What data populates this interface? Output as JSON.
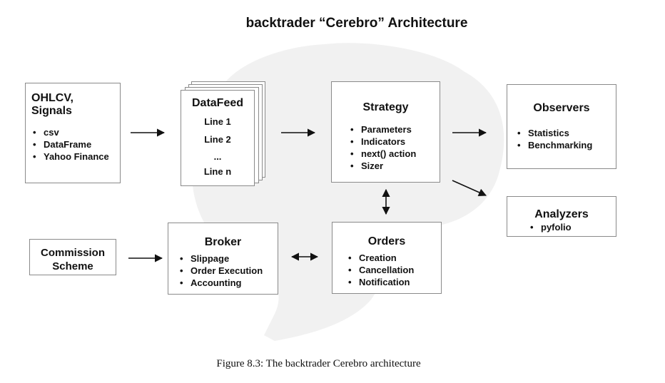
{
  "title": "backtrader “Cerebro” Architecture",
  "caption": "Figure 8.3: The backtrader Cerebro architecture",
  "colors": {
    "border": "#8a8a8a",
    "watermark": "#f1f1f1",
    "arrow": "#111111"
  },
  "nodes": {
    "ohlcv": {
      "title": "OHLCV, Signals",
      "items": [
        "csv",
        "DataFrame",
        "Yahoo Finance"
      ]
    },
    "datafeed": {
      "title": "DataFeed",
      "lines": [
        "Line 1",
        "Line 2",
        "...",
        "Line n"
      ]
    },
    "strategy": {
      "title": "Strategy",
      "items": [
        "Parameters",
        "Indicators",
        "next() action",
        "Sizer"
      ]
    },
    "observers": {
      "title": "Observers",
      "items": [
        "Statistics",
        "Benchmarking"
      ]
    },
    "analyzers": {
      "title": "Analyzers",
      "items": [
        "pyfolio"
      ]
    },
    "commission": {
      "title": "Commission Scheme"
    },
    "broker": {
      "title": "Broker",
      "items": [
        "Slippage",
        "Order Execution",
        "Accounting"
      ]
    },
    "orders": {
      "title": "Orders",
      "items": [
        "Creation",
        "Cancellation",
        "Notification"
      ]
    }
  },
  "edges": [
    {
      "from": "ohlcv",
      "to": "datafeed",
      "style": "single"
    },
    {
      "from": "datafeed",
      "to": "strategy",
      "style": "single"
    },
    {
      "from": "strategy",
      "to": "observers",
      "style": "single"
    },
    {
      "from": "strategy",
      "to": "analyzers",
      "style": "single"
    },
    {
      "from": "strategy",
      "to": "orders",
      "style": "double"
    },
    {
      "from": "commission",
      "to": "broker",
      "style": "single"
    },
    {
      "from": "broker",
      "to": "orders",
      "style": "double"
    }
  ]
}
